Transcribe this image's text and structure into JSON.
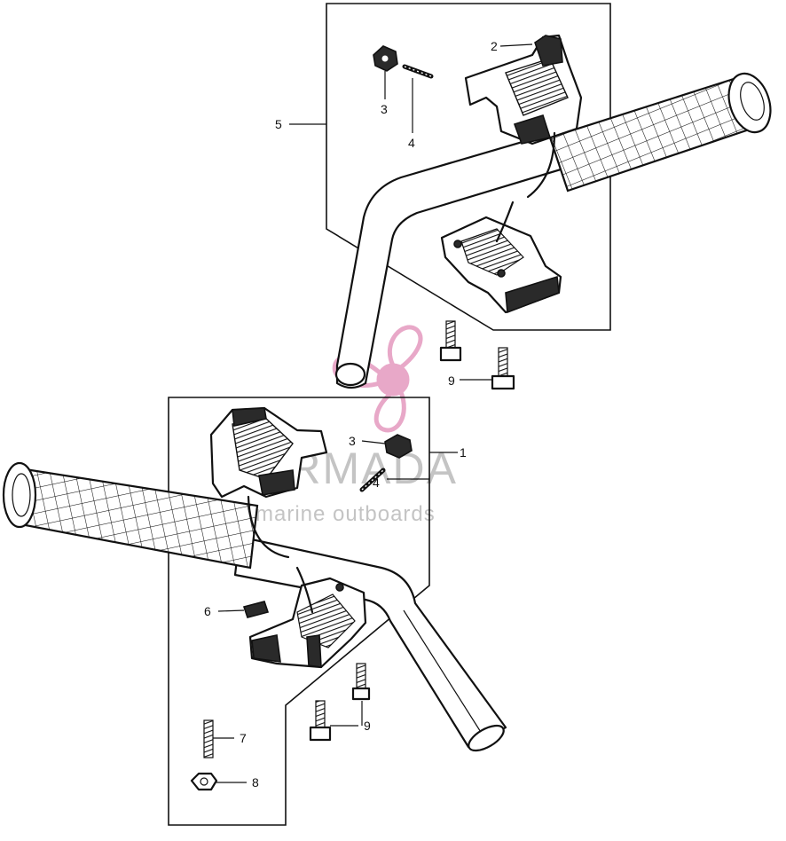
{
  "labels": {
    "part1": "1",
    "part2": "2",
    "part3_top": "3",
    "part3_bottom": "3",
    "part4_top": "4",
    "part4_bottom": "4",
    "part5": "5",
    "part6": "6",
    "part7": "7",
    "part8": "8",
    "part9_top": "9",
    "part9_bottom": "9"
  },
  "watermark": {
    "brand": "ARMADA",
    "tagline": "marine outboards",
    "color": "#e8a8c8",
    "text_color": "#c4c4c4"
  }
}
